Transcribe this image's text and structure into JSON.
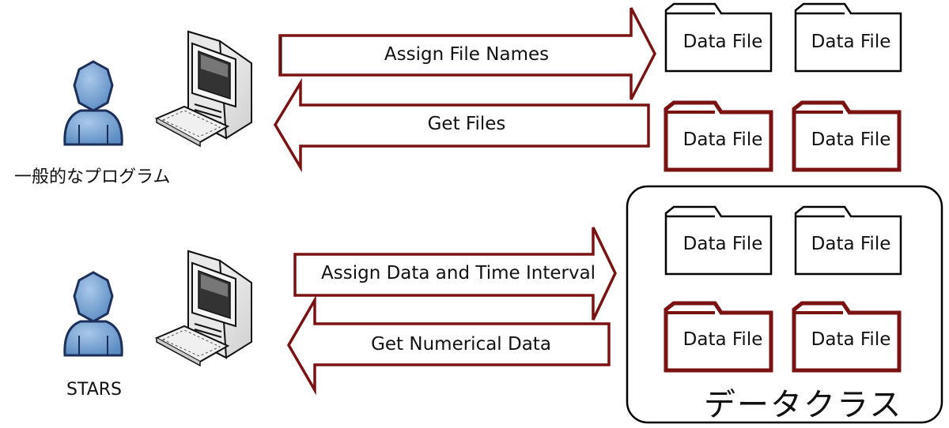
{
  "top": {
    "user_label": "一般的なプログラム",
    "arrow_out": "Assign File Names",
    "arrow_in": "Get Files",
    "files": [
      "Data File",
      "Data File",
      "Data File",
      "Data File"
    ]
  },
  "bottom": {
    "user_label": "STARS",
    "arrow_out": "Assign Data and Time Interval",
    "arrow_in": "Get Numerical Data",
    "files": [
      "Data File",
      "Data File",
      "Data File",
      "Data File"
    ]
  },
  "data_class": {
    "title": "データクラス"
  },
  "colors": {
    "arrow_stroke": "#7a1212",
    "folder_dark": "#7a1212",
    "folder_light": "#000000",
    "person_fill": "#6f9fd0",
    "person_stroke": "#1c2f5a"
  }
}
